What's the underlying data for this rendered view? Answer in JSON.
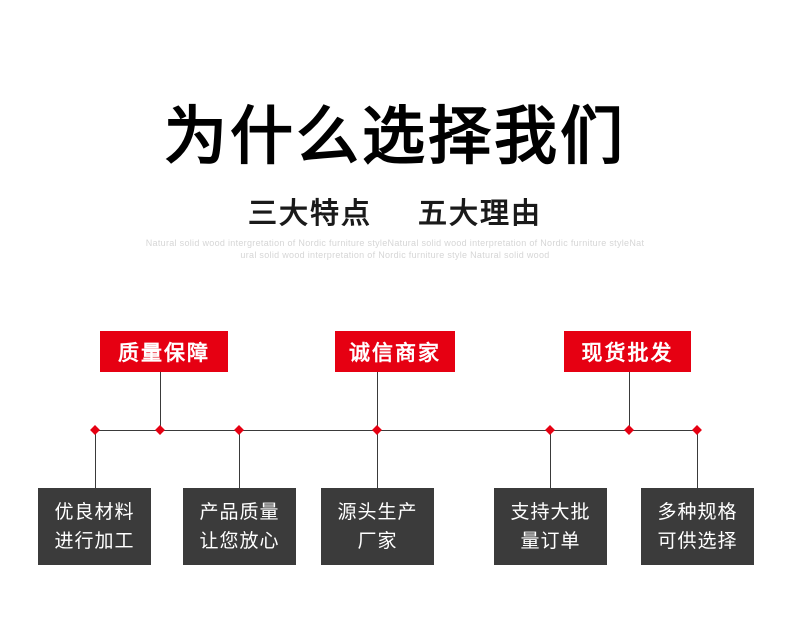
{
  "hero": {
    "title": "为什么选择我们",
    "subtitle_left": "三大特点",
    "subtitle_right": "五大理由",
    "tagline_line1": "Natural solid wood intergretation of Nordic furniture styleNatural solid wood interpretation of Nordic furniture styleNat",
    "tagline_line2": "ural solid wood interpretation of Nordic furniture style Natural solid wood"
  },
  "features": [
    {
      "label": "质量保障"
    },
    {
      "label": "诚信商家"
    },
    {
      "label": "现货批发"
    }
  ],
  "reasons": [
    {
      "line1": "优良材料",
      "line2": "进行加工"
    },
    {
      "line1": "产品质量",
      "line2": "让您放心"
    },
    {
      "line1": "源头生产",
      "line2": "厂家"
    },
    {
      "line1": "支持大批",
      "line2": "量订单"
    },
    {
      "line1": "多种规格",
      "line2": "可供选择"
    }
  ],
  "colors": {
    "accent_red": "#e60012",
    "box_dark": "#3b3b3b",
    "line": "#3a3a3a",
    "tagline_gray": "#d6d6d6"
  }
}
